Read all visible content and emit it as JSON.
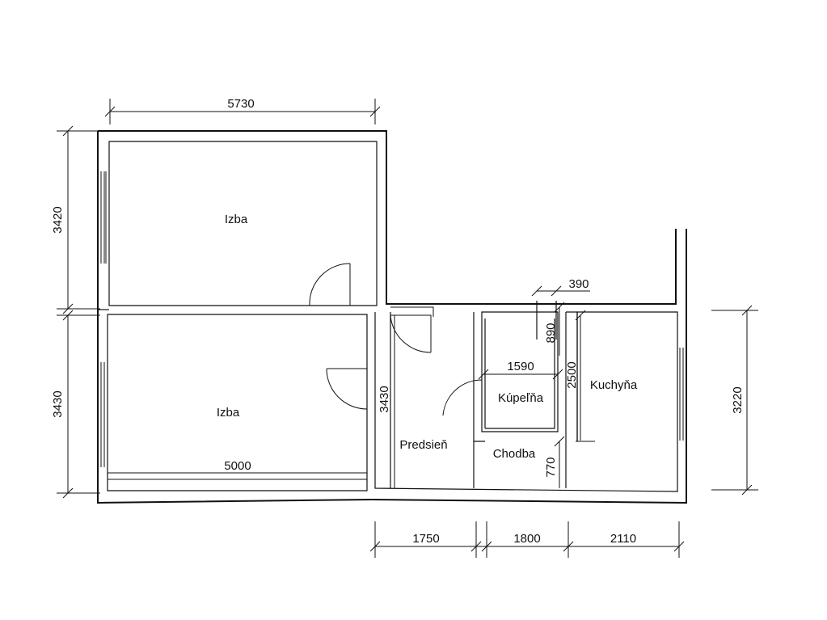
{
  "rooms": {
    "izba_top": "Izba",
    "izba_bottom": "Izba",
    "predsien": "Predsieň",
    "kupelna": "Kúpeľňa",
    "chodba": "Chodba",
    "kuchyna": "Kuchyňa"
  },
  "dimensions": {
    "top_width": "5730",
    "left_top_height": "3420",
    "left_bottom_height": "3430",
    "inner_bottom_width": "5000",
    "inner_predsien_height": "3430",
    "small_390": "390",
    "small_890": "890",
    "bath_width": "1590",
    "kitchen_wall": "2500",
    "corridor_770": "770",
    "right_height": "3220",
    "bottom_1750": "1750",
    "bottom_1800": "1800",
    "bottom_2110": "2110"
  }
}
